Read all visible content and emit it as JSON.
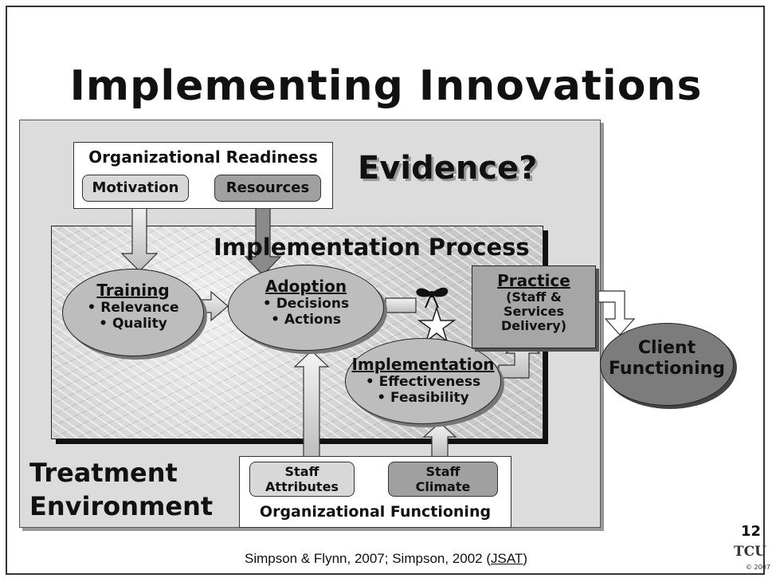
{
  "title": "Implementing Innovations",
  "evidence": "Evidence?",
  "process_title": "Implementation Process",
  "readiness": {
    "heading": "Organizational Readiness",
    "motivation": "Motivation",
    "resources": "Resources"
  },
  "training": {
    "title": "Training",
    "items": [
      "• Relevance",
      "• Quality"
    ]
  },
  "adoption": {
    "title": "Adoption",
    "items": [
      "• Decisions",
      "• Actions"
    ]
  },
  "implementation": {
    "title": "Implementation",
    "items": [
      "• Effectiveness",
      "• Feasibility"
    ]
  },
  "practice": {
    "title": "Practice",
    "sub": [
      "(Staff &",
      "Services",
      "Delivery)"
    ]
  },
  "client": [
    "Client",
    "Functioning"
  ],
  "functioning": {
    "heading": "Organizational Functioning",
    "staff_attributes": [
      "Staff",
      "Attributes"
    ],
    "staff_climate": [
      "Staff",
      "Climate"
    ]
  },
  "treatment": [
    "Treatment",
    "Environment"
  ],
  "slide_number": "12",
  "citation": {
    "text": "Simpson & Flynn, 2007; Simpson, 2002 (",
    "link": "JSAT",
    "close": ")"
  },
  "logo": {
    "text": "TCU",
    "year": "© 2007"
  }
}
